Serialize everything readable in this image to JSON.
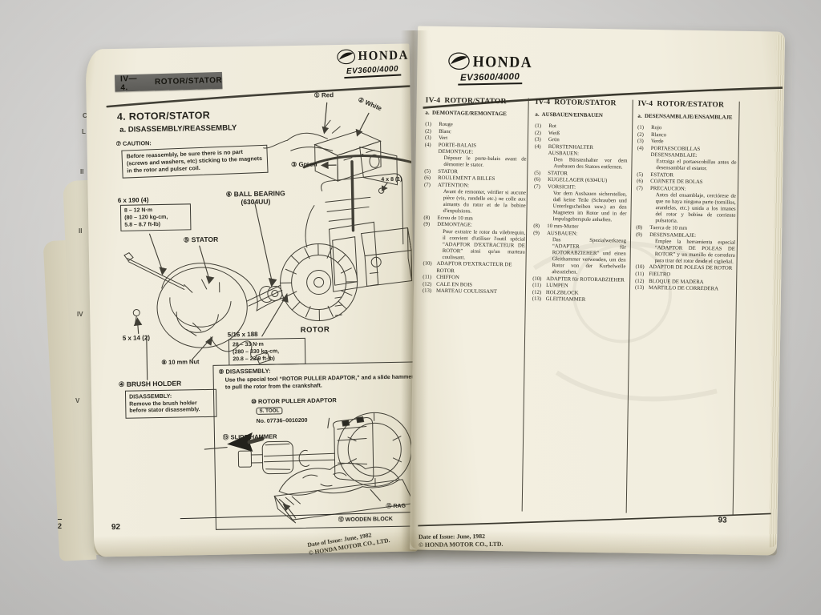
{
  "colors": {
    "paper": "#f0ecdc",
    "ink": "#2b2a24",
    "header_bar": "#5c5b57",
    "background": "#cfcecc"
  },
  "book": {
    "edge_letters": [
      "C",
      "L",
      "II",
      "II",
      "IV",
      "V"
    ],
    "edge_page_number": "2"
  },
  "left_page": {
    "header_tab": {
      "section": "IV—4.",
      "title": "ROTOR/STATOR"
    },
    "logo": {
      "brand": "HONDA",
      "model": "EV3600/4000"
    },
    "section_title": "4.  ROTOR/STATOR",
    "subsection": "a. DISASSEMBLY/REASSEMBLY",
    "caution": {
      "label": "⑦ CAUTION:",
      "text": "Before reassembly, be sure there is no part (screws and washers, etc) sticking to the magnets in the rotor and pulser coil."
    },
    "wire_labels": {
      "red": "① Red",
      "white": "② White",
      "green": "③ Green"
    },
    "diagram_labels": {
      "screw_4x8": "4 x 8 (1)",
      "bolt_6x190": "6 x 190 (4)",
      "bolt_torque": "8 – 12 N·m\n(80 – 120 kg-cm,\n5.8 – 8.7 ft-lb)",
      "stator": "⑤ STATOR",
      "ball_bearing": "⑥ BALL BEARING\n(6304UU)",
      "rotor": "ROTOR",
      "bolt_516x188": "5/16 x 188",
      "rotor_torque": "28 – 33 N·m\n(280 – 330 kg-cm,\n20.8 – 23.9 ft-lb)",
      "screw_5x14": "5 x 14 (2)",
      "nut": "⑧ 10 mm Nut",
      "brush_holder": "④ BRUSH HOLDER",
      "brush_box_title": "DISASSEMBLY:",
      "brush_box_text": "Remove the brush holder before stator disassembly."
    },
    "disassembly_box": {
      "title": "⑨ DISASSEMBLY:",
      "text": "Use the special tool “ROTOR PULLER ADAPTOR,” and a slide hammer to pull the rotor from the crankshaft.",
      "adaptor_label": "⑩ ROTOR PULLER ADAPTOR",
      "s_tool": "S. TOOL",
      "tool_no": "No. 07736–0010200",
      "slide_hammer": "⑬ SLIDE HAMMER",
      "rag": "⑪ RAG",
      "wooden_block": "⑫ WOODEN BLOCK"
    },
    "page_number": "92",
    "footer_line1": "Date of Issue: June, 1982",
    "footer_line2": "© HONDA MOTOR CO., LTD."
  },
  "right_page": {
    "logo": {
      "brand": "HONDA",
      "model": "EV3600/4000"
    },
    "columns": [
      {
        "header": "IV-4  ROTOR/STATOR",
        "sub": "a.  DEMONTAGE/REMONTAGE",
        "items": [
          {
            "n": "(1)",
            "head": "Rouge"
          },
          {
            "n": "(2)",
            "head": "Blanc"
          },
          {
            "n": "(3)",
            "head": "Vert"
          },
          {
            "n": "(4)",
            "head": "PORTE-BALAIS\nDEMONTAGE:",
            "body": "Déposer le porte-balais avant de démonter le stator."
          },
          {
            "n": "(5)",
            "head": "STATOR"
          },
          {
            "n": "(6)",
            "head": "ROULEMENT A BILLES"
          },
          {
            "n": "(7)",
            "head": "ATTENTION:",
            "body": "Avant de remonter, vérifier si aucune pièce (vis, rondelle etc.) ne colle aux aimants du rotor et de la bobine d'impulsions."
          },
          {
            "n": "(8)",
            "head": "Ecrou de 10 mm"
          },
          {
            "n": "(9)",
            "head": "DEMONTAGE:",
            "body": "Pour extraire le rotor du vilebrequin, il convient d'utiliser l'outil spécial “ADAPTOR D'EXTRACTEUR DE ROTOR” ainsi qu'un marteau coulissant."
          },
          {
            "n": "(10)",
            "head": "ADAPTOR D'EXTRACTEUR DE ROTOR"
          },
          {
            "n": "(11)",
            "head": "CHIFFON"
          },
          {
            "n": "(12)",
            "head": "CALE EN BOIS"
          },
          {
            "n": "(13)",
            "head": "MARTEAU COULISSANT"
          }
        ]
      },
      {
        "header": "IV-4  ROTOR/STATOR",
        "sub": "a.  AUSBAUEN/EINBAUEN",
        "items": [
          {
            "n": "(1)",
            "head": "Rot"
          },
          {
            "n": "(2)",
            "head": "Weiß"
          },
          {
            "n": "(3)",
            "head": "Grün"
          },
          {
            "n": "(4)",
            "head": "BÜRSTENHALTER\nAUSBAUEN:",
            "body": "Den Bürstenhalter vor dem Ausbauen des Stators entfernen."
          },
          {
            "n": "(5)",
            "head": "STATOR"
          },
          {
            "n": "(6)",
            "head": "KUGELLAGER (6304UU)"
          },
          {
            "n": "(7)",
            "head": "VORSICHT:",
            "body": "Vor dem Ausbauen sicherstellen, daß keine Teile (Schrauben und Unterlegscheiben usw.) an den Magneten im Rotor und in der Impulsgeberspule anhaften."
          },
          {
            "n": "(8)",
            "head": "10 mm-Mutter"
          },
          {
            "n": "(9)",
            "head": "AUSBAUEN:",
            "body": "Das Spezialwerkzeug “ADAPTER für ROTORABZIEHER” und einen Gleithammer verwenden, um den Rotor von der Kurbelwelle abzuziehen."
          },
          {
            "n": "(10)",
            "head": "ADAPTER für ROTORABZIEHER"
          },
          {
            "n": "(11)",
            "head": "LUMPEN"
          },
          {
            "n": "(12)",
            "head": "HOLZBLOCK"
          },
          {
            "n": "(13)",
            "head": "GLEITHAMMER"
          }
        ]
      },
      {
        "header": "IV-4  ROTOR/ESTATOR",
        "sub": "a.  DESENSAMBLAJE/ENSAMBLAJE",
        "items": [
          {
            "n": "(1)",
            "head": "Rojo"
          },
          {
            "n": "(2)",
            "head": "Blanco"
          },
          {
            "n": "(3)",
            "head": "Verde"
          },
          {
            "n": "(4)",
            "head": "PORTAESCOBILLAS\nDESENSAMBLAJE:",
            "body": "Extraiga el portaescobillas antes de desensamblar el estator."
          },
          {
            "n": "(5)",
            "head": "ESTATOR"
          },
          {
            "n": "(6)",
            "head": "COJINETE DE BOLAS"
          },
          {
            "n": "(7)",
            "head": "PRECAUCION:",
            "body": "Antes del ensamblaje, cerciórese de que no haya ninguna parte (tornillos, arandelas, etc.) unida a los imanes del rotor y bobina de corriente pulsatoria."
          },
          {
            "n": "(8)",
            "head": "Tuerca de 10 mm"
          },
          {
            "n": "(9)",
            "head": "DESENSAMBLAJE:",
            "body": "Emplee la herramienta especial “ADAPTOR DE POLEAS DE ROTOR” y un martillo de corredera para tirar del rotor desde el cigüeñal."
          },
          {
            "n": "(10)",
            "head": "ADAPTOR DE POLEAS DE ROTOR"
          },
          {
            "n": "(11)",
            "head": "FIELTRO"
          },
          {
            "n": "(12)",
            "head": "BLOQUE DE MADERA"
          },
          {
            "n": "(13)",
            "head": "MARTILLO DE CORREDERA"
          }
        ]
      }
    ],
    "page_number": "93",
    "footer_line1": "Date of Issue: June, 1982",
    "footer_line2": "© HONDA MOTOR CO., LTD."
  }
}
